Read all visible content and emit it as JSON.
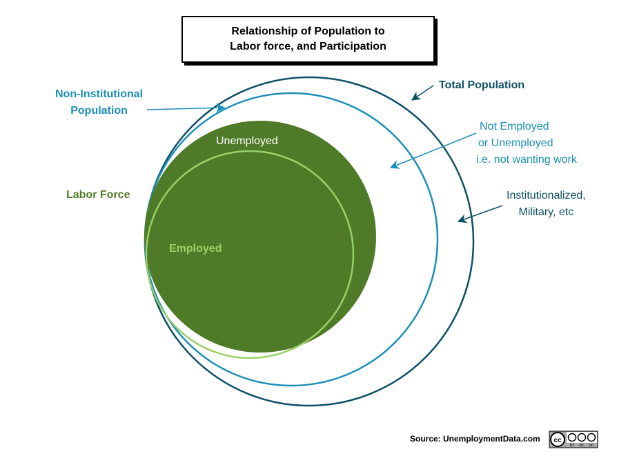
{
  "title": {
    "line1": "Relationship of Population to",
    "line2": "Labor force, and Participation"
  },
  "labels": {
    "total_population": "Total Population",
    "non_institutional_line1": "Non-Institutional",
    "non_institutional_line2": "Population",
    "not_employed_line1": "Not Employed",
    "not_employed_line2": "or Unemployed",
    "not_employed_line3": "i.e. not wanting work",
    "institutionalized_line1": "Institutionalized,",
    "institutionalized_line2": "Military, etc",
    "labor_force": "Labor Force",
    "unemployed": "Unemployed",
    "employed": "Employed"
  },
  "source": "Source: UnemploymentData.com",
  "badge": {
    "cc": "cc",
    "by": "BY",
    "nc": "NC",
    "nd": "ND"
  },
  "colors": {
    "total_population": "#0e5066",
    "non_institutional": "#1b8fb5",
    "labor_force": "#4f7a27",
    "employed_ring": "#9ad06a",
    "unemployed_text": "#ffffff",
    "employed_text": "#9ad06a"
  }
}
